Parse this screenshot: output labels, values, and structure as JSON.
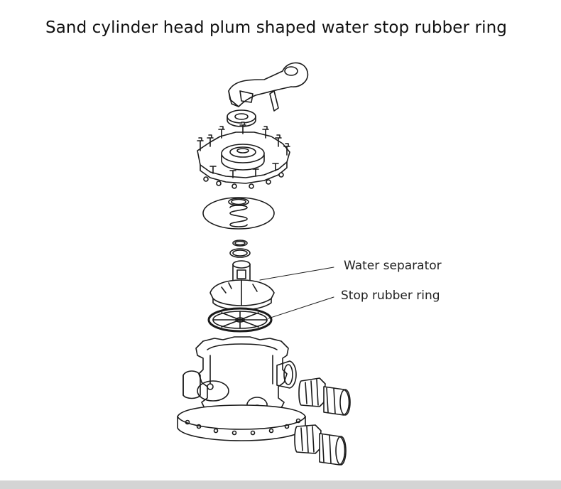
{
  "title": "Sand cylinder head plum shaped water stop rubber ring",
  "labels": {
    "water_separator": "Water separator",
    "stop_rubber_ring": "Stop rubber ring"
  },
  "colors": {
    "line": "#1a1a1a",
    "background": "#ffffff",
    "footer_bar": "#d4d4d4"
  }
}
